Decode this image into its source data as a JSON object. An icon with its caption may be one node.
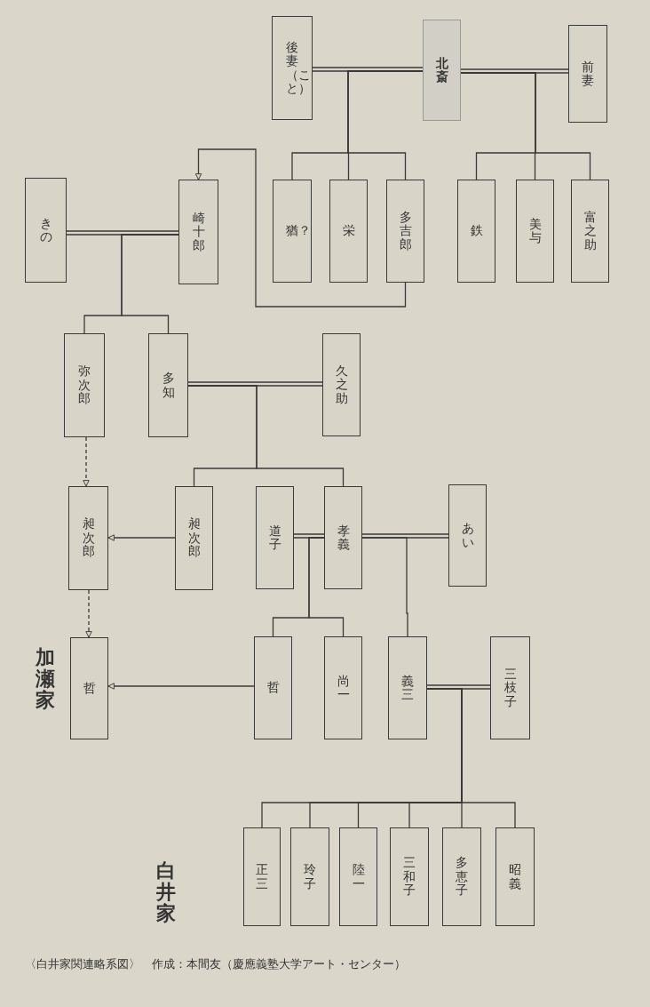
{
  "diagram": {
    "caption": "〈白井家関連略系図〉　作成：本間友（慶應義塾大学アート・センター）",
    "nodes": [
      {
        "text": [
          "後妻（こと）"
        ]
      },
      {
        "text": [
          "北斎"
        ]
      },
      {
        "text": [
          "前妻"
        ]
      },
      {
        "text": [
          "きの"
        ]
      },
      {
        "text": [
          "崎十郎"
        ]
      },
      {
        "text": [
          "猶？"
        ]
      },
      {
        "text": [
          "栄"
        ]
      },
      {
        "text": [
          "多吉郎"
        ]
      },
      {
        "text": [
          "鉄"
        ]
      },
      {
        "text": [
          "美与"
        ]
      },
      {
        "text": [
          "富之助"
        ]
      },
      {
        "text": [
          "弥次郎"
        ]
      },
      {
        "text": [
          "多知"
        ]
      },
      {
        "text": [
          "久之助"
        ]
      },
      {
        "text": [
          "昶次郎"
        ]
      },
      {
        "text": [
          "昶次郎"
        ]
      },
      {
        "text": [
          "道子"
        ]
      },
      {
        "text": [
          "孝義"
        ]
      },
      {
        "text": [
          "あい"
        ]
      },
      {
        "text": [
          "哲"
        ]
      },
      {
        "text": [
          "哲"
        ]
      },
      {
        "text": [
          "尚一"
        ]
      },
      {
        "text": [
          "義三"
        ]
      },
      {
        "text": [
          "三枝子"
        ]
      },
      {
        "text": [
          "正三"
        ]
      },
      {
        "text": [
          "玲子"
        ]
      },
      {
        "text": [
          "陸一"
        ]
      },
      {
        "text": [
          "三和子"
        ]
      },
      {
        "text": [
          "多恵子"
        ]
      },
      {
        "text": [
          "昭義"
        ]
      }
    ],
    "edges": [
      {
        "from": 1,
        "to": 0,
        "arrow": "none"
      },
      {
        "from": 1,
        "to": 2,
        "arrow": "none"
      },
      {
        "from": 1,
        "to": 5,
        "arrow": "none"
      },
      {
        "from": 1,
        "to": 6,
        "arrow": "none"
      },
      {
        "from": 1,
        "to": 7,
        "arrow": "none"
      },
      {
        "from": 1,
        "to": 8,
        "arrow": "none"
      },
      {
        "from": 1,
        "to": 9,
        "arrow": "none"
      },
      {
        "from": 1,
        "to": 10,
        "arrow": "none"
      },
      {
        "from": 7,
        "to": 4,
        "arrow": "to"
      },
      {
        "from": 4,
        "to": 3,
        "arrow": "none"
      },
      {
        "from": 4,
        "to": 11,
        "arrow": "none"
      },
      {
        "from": 4,
        "to": 12,
        "arrow": "none"
      },
      {
        "from": 12,
        "to": 13,
        "arrow": "none"
      },
      {
        "from": 12,
        "to": 15,
        "arrow": "none"
      },
      {
        "from": 12,
        "to": 17,
        "arrow": "none"
      },
      {
        "from": 11,
        "to": 14,
        "arrow": "to",
        "style": "dashed"
      },
      {
        "from": 15,
        "to": 14,
        "arrow": "to"
      },
      {
        "from": 17,
        "to": 16,
        "arrow": "none"
      },
      {
        "from": 17,
        "to": 18,
        "arrow": "none"
      },
      {
        "from": 17,
        "to": 20,
        "arrow": "none"
      },
      {
        "from": 17,
        "to": 21,
        "arrow": "none"
      },
      {
        "from": 17,
        "to": 22,
        "arrow": "none"
      },
      {
        "from": 14,
        "to": 19,
        "arrow": "to",
        "style": "dashed"
      },
      {
        "from": 20,
        "to": 19,
        "arrow": "to"
      },
      {
        "from": 22,
        "to": 23,
        "arrow": "none"
      },
      {
        "from": 22,
        "to": 24,
        "arrow": "none"
      },
      {
        "from": 22,
        "to": 25,
        "arrow": "none"
      },
      {
        "from": 22,
        "to": 26,
        "arrow": "none"
      },
      {
        "from": 22,
        "to": 27,
        "arrow": "none"
      },
      {
        "from": 22,
        "to": 28,
        "arrow": "none"
      },
      {
        "from": 22,
        "to": 29,
        "arrow": "none"
      }
    ],
    "labels": [
      "加瀬家",
      "白井家"
    ]
  }
}
